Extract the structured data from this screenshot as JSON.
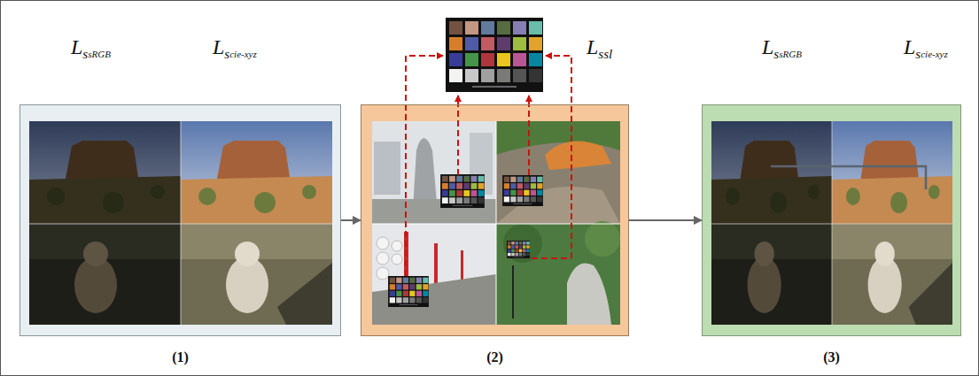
{
  "diagram": {
    "nodes": [
      {
        "text": [
          "(1)"
        ]
      },
      {
        "text": [
          "(2)"
        ]
      },
      {
        "text": [
          "(3)"
        ]
      }
    ],
    "edges": [
      {
        "from": 0,
        "to": 1,
        "arrow": "to"
      },
      {
        "from": 1,
        "to": 2,
        "arrow": "to"
      }
    ],
    "labels": [
      "L",
      "s",
      "sRGB",
      "L",
      "s",
      "cie-xyz",
      "L",
      "ssl",
      "L",
      "s",
      "sRGB",
      "L",
      "s",
      "cie-xyz"
    ]
  }
}
